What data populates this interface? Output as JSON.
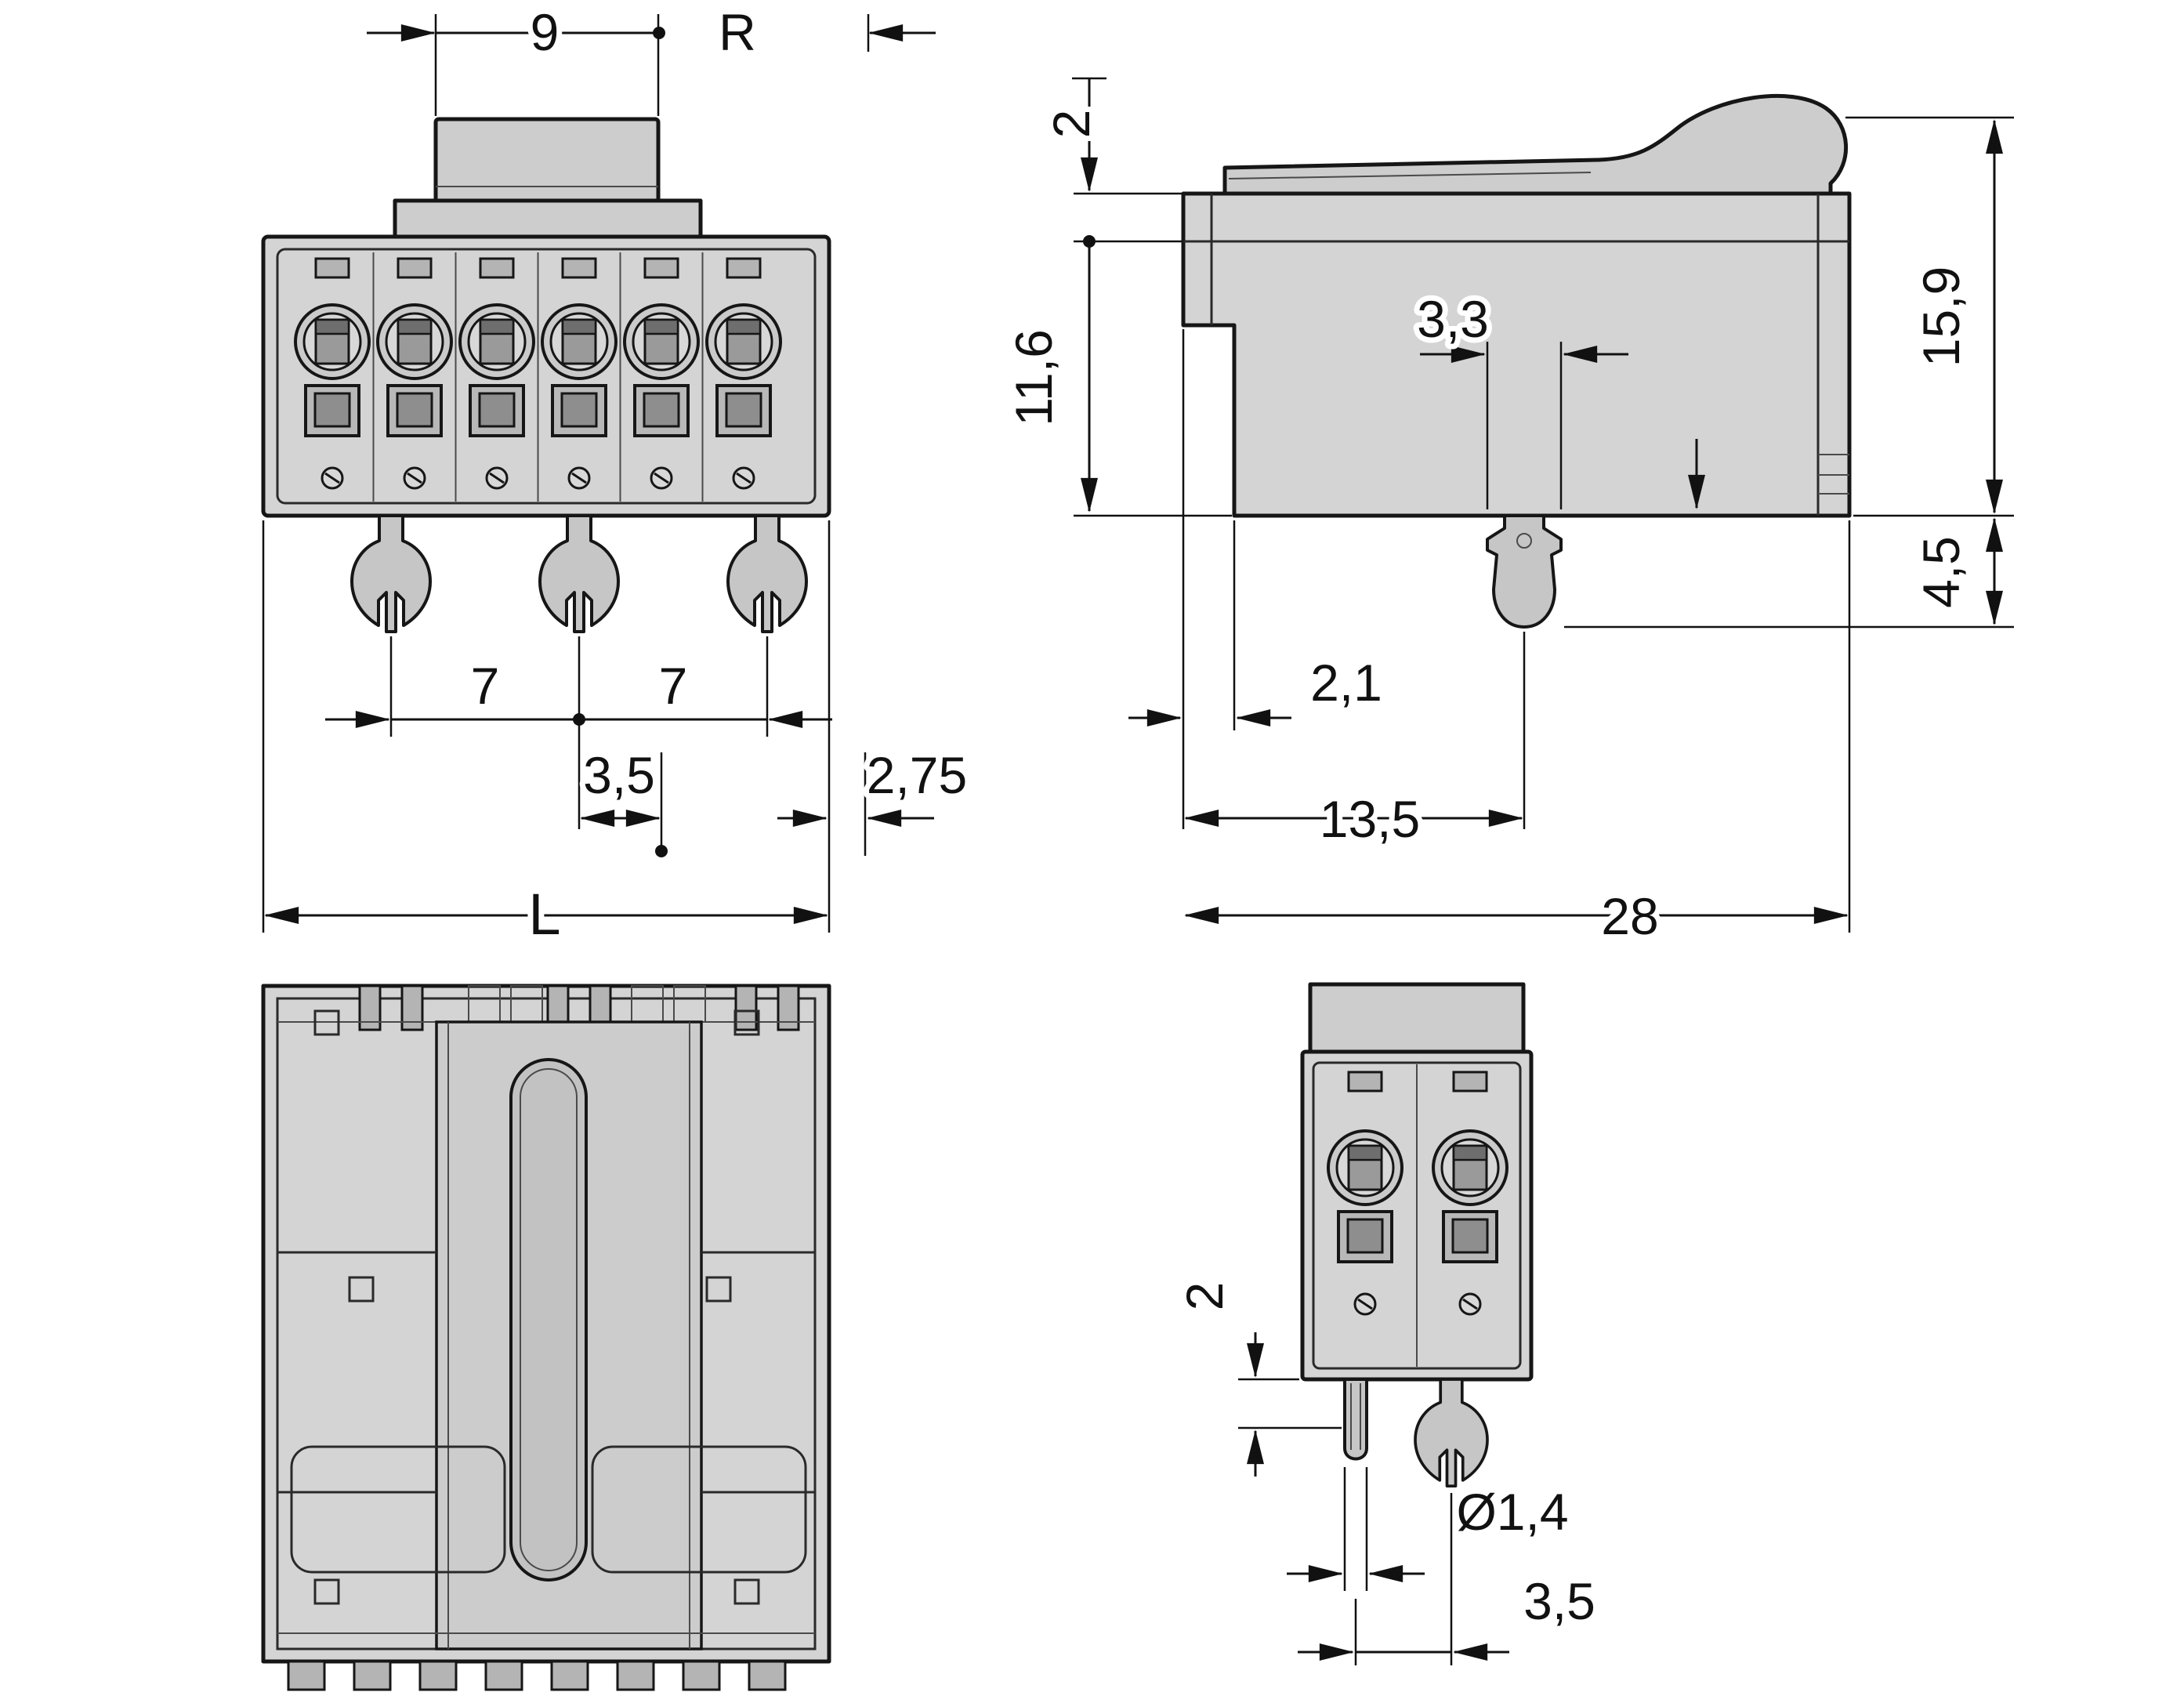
{
  "drawing_colors": {
    "line": "#161616",
    "body_fill": "#d4d4d4",
    "background": "#ffffff"
  },
  "views": {
    "front": {
      "dims": {
        "tab_width": "9",
        "ref": "R",
        "pitch_a": "7",
        "pitch_b": "7",
        "offset": "3,5",
        "edge_offset": "2,75",
        "length": "L"
      }
    },
    "side": {
      "dims": {
        "lever_gap": "2",
        "body_height": "11,6",
        "peg_width": "3,3",
        "total_height": "15,9",
        "peg_length": "4,5",
        "step": "2,1",
        "peg_position": "13,5",
        "depth": "28"
      }
    },
    "end": {
      "dims": {
        "peg_step": "2",
        "peg_diameter": "Ø1,4",
        "peg_spacing": "3,5"
      }
    }
  }
}
